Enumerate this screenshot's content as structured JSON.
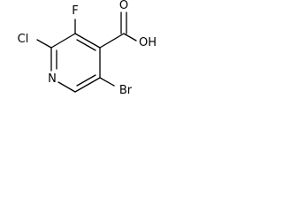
{
  "molecule": {
    "colors": {
      "line": "#000000",
      "background": "#ffffff"
    },
    "labels": {
      "fluorine": "F",
      "chlorine": "Cl",
      "nitrogen": "N",
      "bromine": "Br",
      "hydroxyl": "OH",
      "carbonyl_oxygen": "O"
    }
  }
}
